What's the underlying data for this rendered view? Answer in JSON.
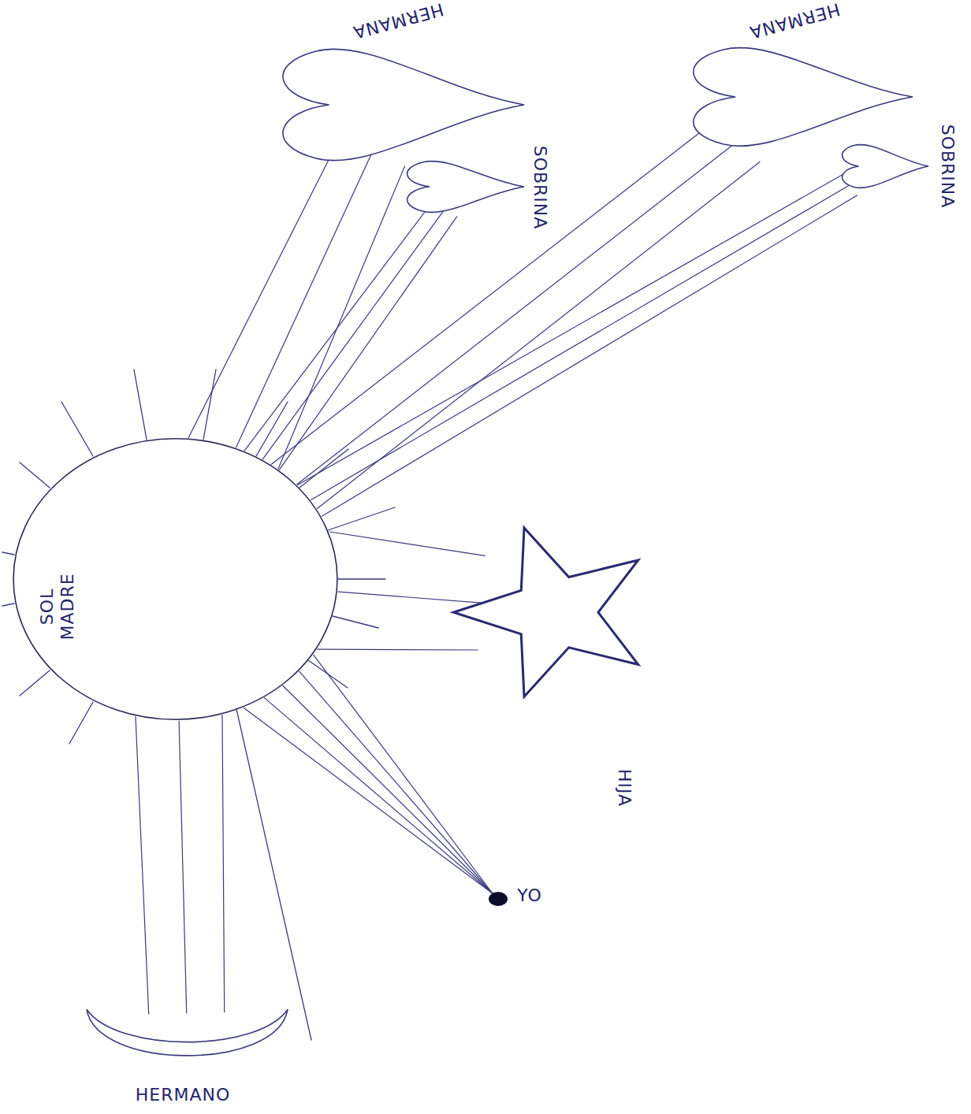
{
  "diagram": {
    "nodes": [
      {
        "text": [
          "SOL MADRE"
        ]
      },
      {
        "text": [
          "HERMANA"
        ]
      },
      {
        "text": [
          "SOBRINA"
        ]
      },
      {
        "text": [
          "HERMANA"
        ]
      },
      {
        "text": [
          "SOBRINA"
        ]
      },
      {
        "text": [
          "HIJA"
        ]
      },
      {
        "text": [
          "YO"
        ]
      },
      {
        "text": [
          "HERMANO"
        ]
      }
    ],
    "edges": [
      {
        "from": 0,
        "to": 1,
        "arrow": "none"
      },
      {
        "from": 0,
        "to": 2,
        "arrow": "none"
      },
      {
        "from": 0,
        "to": 3,
        "arrow": "none"
      },
      {
        "from": 0,
        "to": 4,
        "arrow": "none"
      },
      {
        "from": 0,
        "to": 5,
        "arrow": "none"
      },
      {
        "from": 0,
        "to": 6,
        "arrow": "none"
      },
      {
        "from": 0,
        "to": 7,
        "arrow": "none"
      }
    ]
  }
}
